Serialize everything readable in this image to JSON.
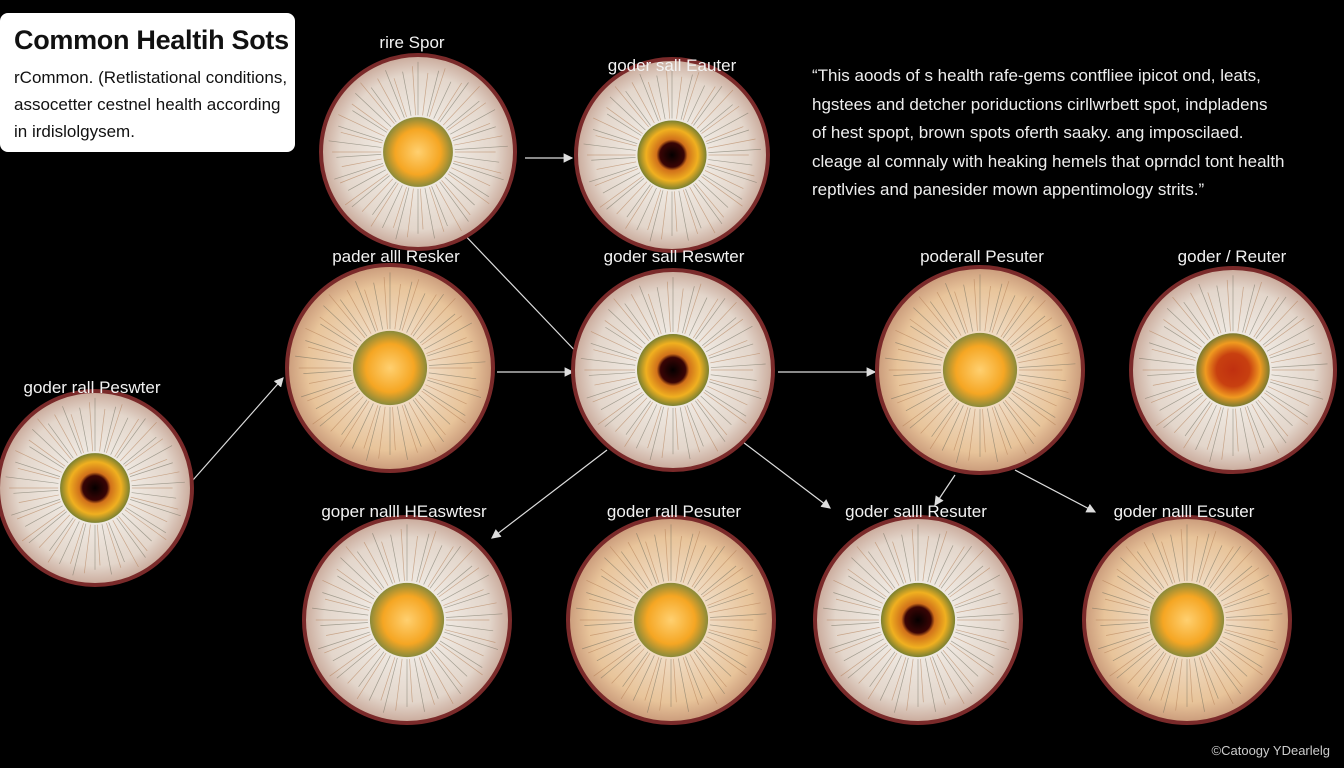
{
  "title": "Common Healtih Sots",
  "subtitle_lines": [
    "rCommon. (Retlistational conditions,",
    "assocetter cestnel health according",
    "in irdislolgysem."
  ],
  "quote_lines": [
    "“This aoods of s health rafe-gems contfliee ipicot ond, leats,",
    " hgstees and detcher poriductions cirllwrbett spot, indpladens",
    "of hest spopt, brown spots oferth saaky. ang imposcilaed.",
    " cleage al comnaly with heaking hemels that oprndcl tont health",
    " reptlvies and panesider mown appentimology strits.”"
  ],
  "irises": [
    {
      "label": "rire Spor",
      "center": "yellow"
    },
    {
      "label": "goder sall Eauter",
      "center": "dark-pupil"
    },
    {
      "label": "pader alll Resker",
      "center": "yellow"
    },
    {
      "label": "goder sall Reswter",
      "center": "dark-pupil"
    },
    {
      "label": "poderall Pesuter",
      "center": "yellow"
    },
    {
      "label": "goder / Reuter",
      "center": "red-orange"
    },
    {
      "label": "goder rall Peswter",
      "center": "dark-pupil"
    },
    {
      "label": "goper nalll HEaswtesr",
      "center": "yellow"
    },
    {
      "label": "goder rall Pesuter",
      "center": "yellow"
    },
    {
      "label": "goder salll Resuter",
      "center": "dark-pupil"
    },
    {
      "label": "goder nalll Ecsuter",
      "center": "yellow"
    }
  ],
  "credit": "©Catoogy YDearlelg",
  "colors": {
    "background": "#000000",
    "iris_rim": "#7a2a2a",
    "iris_sclera": "#e6e0d8",
    "center_yellow": "#f5a623",
    "pupil": "#1a0505"
  }
}
